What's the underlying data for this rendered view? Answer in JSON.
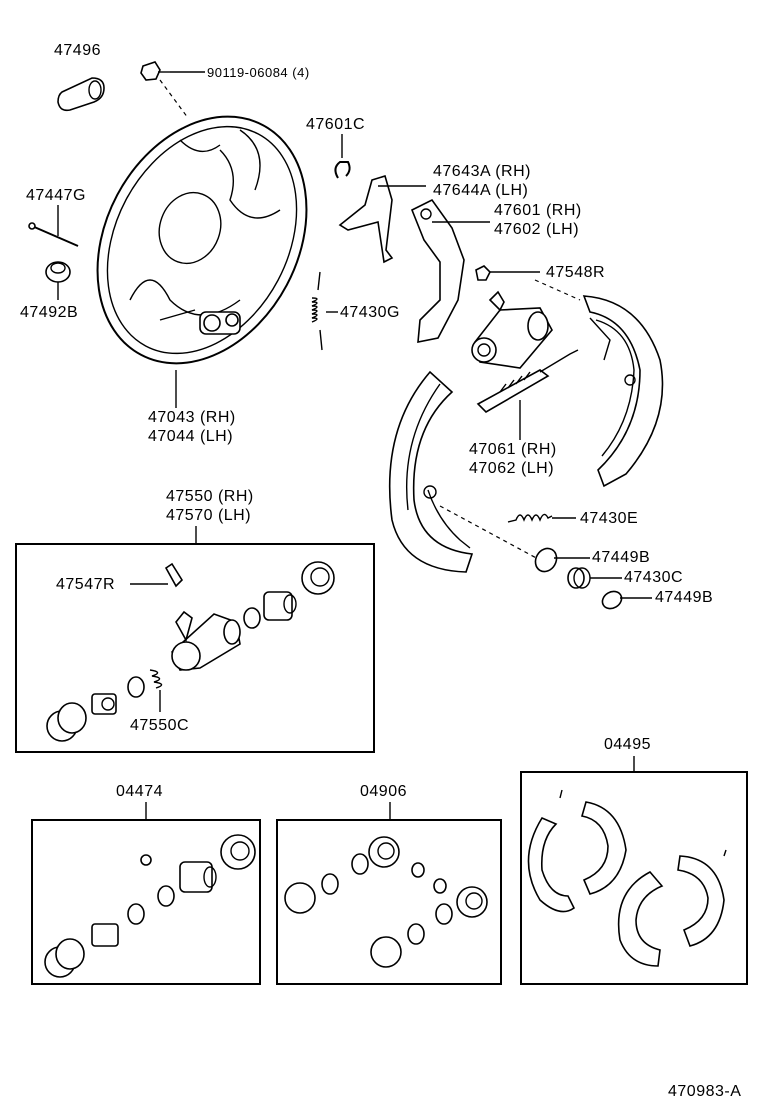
{
  "labels": {
    "p47496": "47496",
    "p90119": "90119-06084 (4)",
    "p47601C": "47601C",
    "p47643A": "47643A (RH)",
    "p47644A": "47644A (LH)",
    "p47447G": "47447G",
    "p47601": "47601 (RH)",
    "p47602": "47602 (LH)",
    "p47548R": "47548R",
    "p47492B": "47492B",
    "p47430G": "47430G",
    "p47043": "47043 (RH)",
    "p47044": "47044 (LH)",
    "p47061": "47061 (RH)",
    "p47062": "47062 (LH)",
    "p47550": "47550 (RH)",
    "p47570": "47570 (LH)",
    "p47430E": "47430E",
    "p47547R": "47547R",
    "p47449B_1": "47449B",
    "p47430C": "47430C",
    "p47449B_2": "47449B",
    "p47550C": "47550C",
    "p04495": "04495",
    "p04474": "04474",
    "p04906": "04906",
    "figure_code": "470983-A"
  }
}
